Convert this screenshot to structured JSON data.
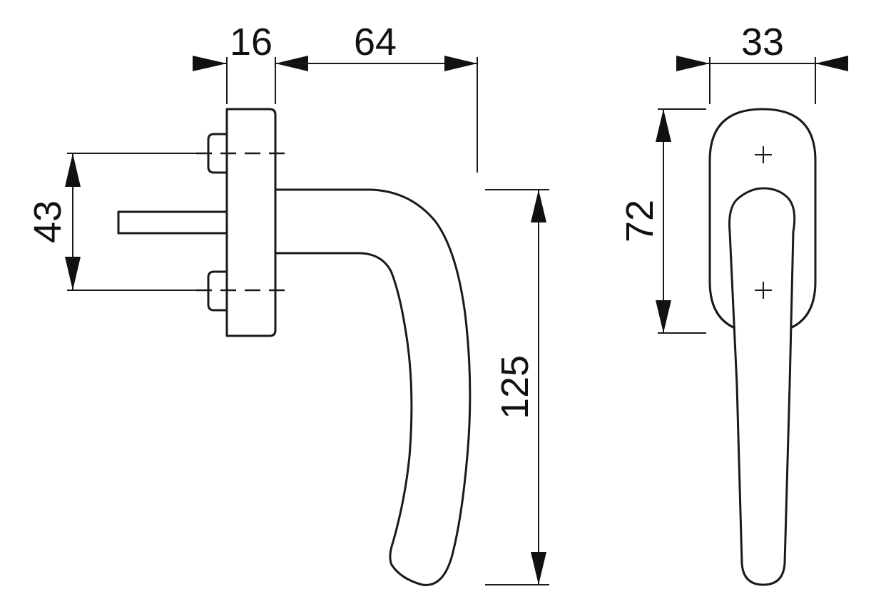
{
  "dimensions": {
    "rose_depth": "16",
    "handle_projection": "64",
    "rose_width": "33",
    "screw_spacing": "43",
    "rose_height": "72",
    "handle_height": "125"
  },
  "colors": {
    "line": "#1a1a1a",
    "background": "#ffffff"
  }
}
